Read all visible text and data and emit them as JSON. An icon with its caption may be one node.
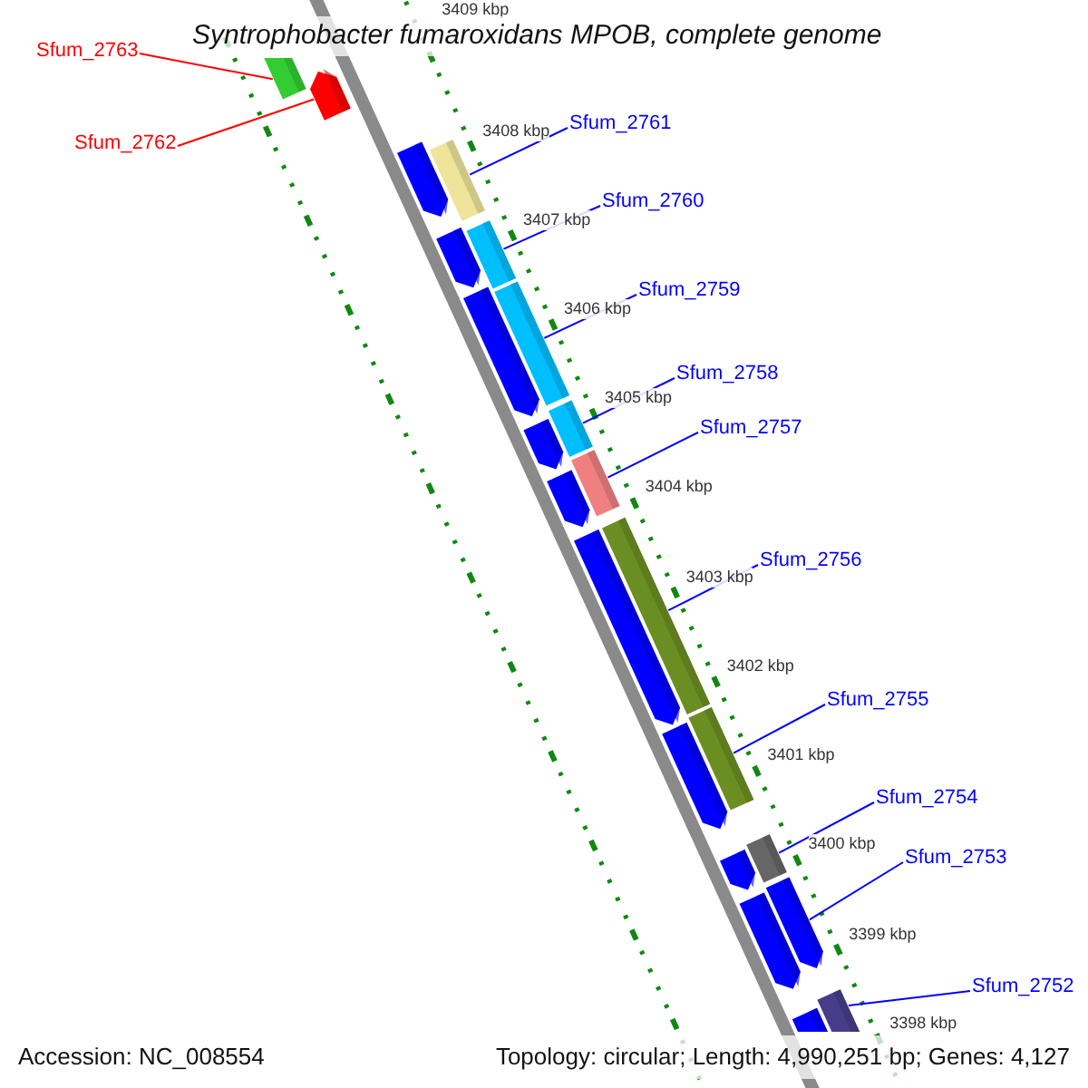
{
  "diagram": {
    "title": "Syntrophobacter fumaroxidans MPOB, complete genome",
    "nodes": [
      {
        "text": [
          "Sfum_2763"
        ]
      },
      {
        "text": [
          "Sfum_2762"
        ]
      },
      {
        "text": [
          "Sfum_2761"
        ]
      },
      {
        "text": [
          "Sfum_2760"
        ]
      },
      {
        "text": [
          "Sfum_2759"
        ]
      },
      {
        "text": [
          "Sfum_2758"
        ]
      },
      {
        "text": [
          "Sfum_2757"
        ]
      },
      {
        "text": [
          "Sfum_2756"
        ]
      },
      {
        "text": [
          "Sfum_2755"
        ]
      },
      {
        "text": [
          "Sfum_2754"
        ]
      },
      {
        "text": [
          "Sfum_2753"
        ]
      },
      {
        "text": [
          "Sfum_2752"
        ]
      },
      {
        "text": [],
        "shape": "bar"
      },
      {
        "text": [],
        "shape": "arrow"
      },
      {
        "text": [],
        "shape": "bar"
      },
      {
        "text": [],
        "shape": "bar"
      },
      {
        "text": [],
        "shape": "bar"
      },
      {
        "text": [],
        "shape": "bar"
      },
      {
        "text": [],
        "shape": "bar"
      },
      {
        "text": [],
        "shape": "bar"
      },
      {
        "text": [],
        "shape": "bar"
      },
      {
        "text": [],
        "shape": "bar"
      },
      {
        "text": [],
        "shape": "arrow"
      },
      {
        "text": [],
        "shape": "bar"
      }
    ],
    "edges": [
      {
        "from": 0,
        "to": 12,
        "arrow": "none",
        "color": "#ff0000"
      },
      {
        "from": 1,
        "to": 13,
        "arrow": "none",
        "color": "#ff0000"
      },
      {
        "from": 2,
        "to": 14,
        "arrow": "none"
      },
      {
        "from": 3,
        "to": 15,
        "arrow": "none"
      },
      {
        "from": 4,
        "to": 16,
        "arrow": "none"
      },
      {
        "from": 5,
        "to": 17,
        "arrow": "none"
      },
      {
        "from": 6,
        "to": 18,
        "arrow": "none"
      },
      {
        "from": 7,
        "to": 19,
        "arrow": "none"
      },
      {
        "from": 8,
        "to": 20,
        "arrow": "none"
      },
      {
        "from": 9,
        "to": 21,
        "arrow": "none"
      },
      {
        "from": 10,
        "to": 22,
        "arrow": "none"
      },
      {
        "from": 11,
        "to": 23,
        "arrow": "none"
      }
    ],
    "labels": [
      "3409 kbp",
      "3408 kbp",
      "3407 kbp",
      "3406 kbp",
      "3405 kbp",
      "3404 kbp",
      "3403 kbp",
      "3402 kbp",
      "3401 kbp",
      "3400 kbp",
      "3399 kbp",
      "3398 kbp",
      "Accession: NC_008554",
      "Topology: circular; Length: 4,990,251 bp; Genes: 4,127"
    ]
  }
}
